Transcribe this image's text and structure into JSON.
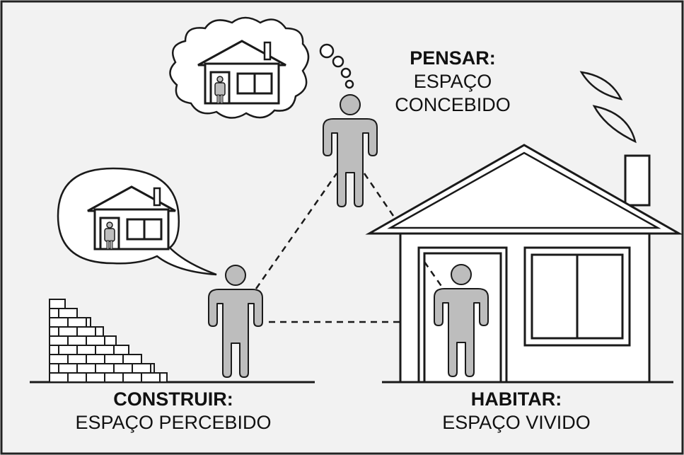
{
  "diagram": {
    "labels": {
      "pensar": {
        "title": "PENSAR:",
        "subtitle_line1": "ESPAÇO",
        "subtitle_line2": "CONCEBIDO"
      },
      "construir": {
        "title": "CONSTRUIR:",
        "subtitle": "ESPAÇO PERCEBIDO"
      },
      "habitar": {
        "title": "HABITAR:",
        "subtitle": "ESPAÇO VIVIDO"
      }
    },
    "colors": {
      "background": "#f2f2f2",
      "figure_fill": "#bdbdbd",
      "stroke": "#1a1a1a",
      "border": "#222222"
    }
  }
}
